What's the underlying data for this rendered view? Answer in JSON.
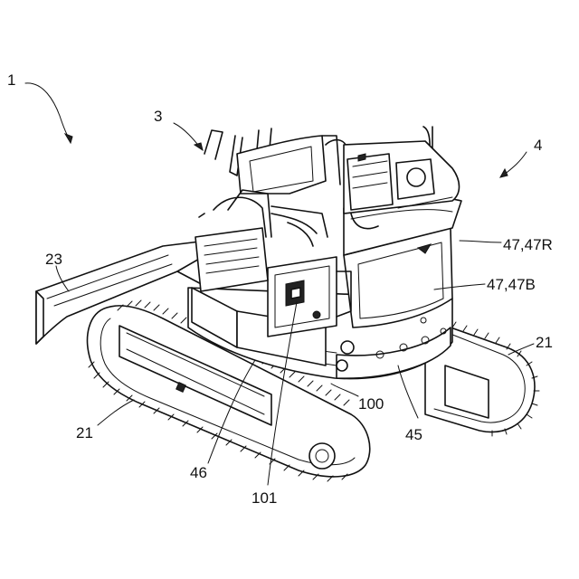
{
  "labels": {
    "n1": "1",
    "n3": "3",
    "n4": "4",
    "n23": "23",
    "n47r": "47,47R",
    "n47b": "47,47B",
    "n21_right": "21",
    "n21_left": "21",
    "n100": "100",
    "n45": "45",
    "n46": "46",
    "n101": "101"
  }
}
